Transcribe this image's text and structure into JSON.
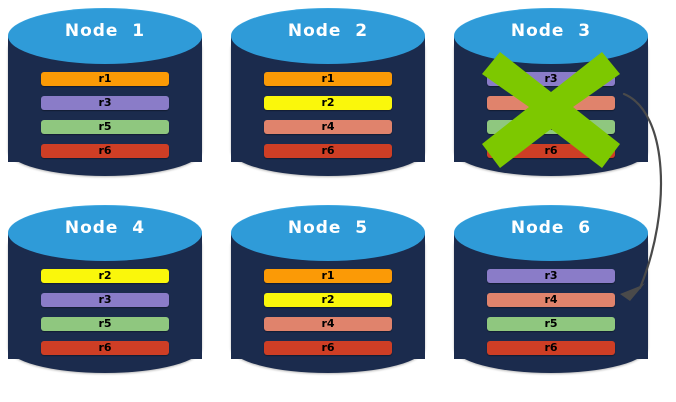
{
  "diagram": {
    "title": "Replicated record placement across cluster nodes with Node 3 failure",
    "background": "#ffffff",
    "node_body_color": "#1B2B4D",
    "node_top_color": "#2F9BD8",
    "failure_mark_color": "#7DC800",
    "arrow_color": "#4A4A4A"
  },
  "record_colors": {
    "r1": "#FB9A06",
    "r2": "#FAF70B",
    "r3": "#8A7CC8",
    "r4": "#E0836C",
    "r5": "#8FC77F",
    "r6": "#CE3E25"
  },
  "nodes": [
    {
      "id": "node-1",
      "title": "Node  1",
      "failed": false,
      "records": [
        {
          "label": "r1",
          "color": "#FB9A06"
        },
        {
          "label": "r3",
          "color": "#8A7CC8"
        },
        {
          "label": "r5",
          "color": "#8FC77F"
        },
        {
          "label": "r6",
          "color": "#CE3E25"
        }
      ]
    },
    {
      "id": "node-2",
      "title": "Node  2",
      "failed": false,
      "records": [
        {
          "label": "r1",
          "color": "#FB9A06"
        },
        {
          "label": "r2",
          "color": "#FAF70B"
        },
        {
          "label": "r4",
          "color": "#E0836C"
        },
        {
          "label": "r6",
          "color": "#CE3E25"
        }
      ]
    },
    {
      "id": "node-3",
      "title": "Node  3",
      "failed": true,
      "records": [
        {
          "label": "r3",
          "color": "#8A7CC8"
        },
        {
          "label": "r4",
          "color": "#E0836C"
        },
        {
          "label": "r5",
          "color": "#8FC77F"
        },
        {
          "label": "r6",
          "color": "#CE3E25"
        }
      ]
    },
    {
      "id": "node-4",
      "title": "Node  4",
      "failed": false,
      "records": [
        {
          "label": "r2",
          "color": "#FAF70B"
        },
        {
          "label": "r3",
          "color": "#8A7CC8"
        },
        {
          "label": "r5",
          "color": "#8FC77F"
        },
        {
          "label": "r6",
          "color": "#CE3E25"
        }
      ]
    },
    {
      "id": "node-5",
      "title": "Node  5",
      "failed": false,
      "records": [
        {
          "label": "r1",
          "color": "#FB9A06"
        },
        {
          "label": "r2",
          "color": "#FAF70B"
        },
        {
          "label": "r4",
          "color": "#E0836C"
        },
        {
          "label": "r6",
          "color": "#CE3E25"
        }
      ]
    },
    {
      "id": "node-6",
      "title": "Node  6",
      "failed": false,
      "records": [
        {
          "label": "r3",
          "color": "#8A7CC8"
        },
        {
          "label": "r4",
          "color": "#E0836C"
        },
        {
          "label": "r5",
          "color": "#8FC77F"
        },
        {
          "label": "r6",
          "color": "#CE3E25"
        }
      ]
    }
  ],
  "arrow": {
    "from_node": "node-3",
    "to_node": "node-6",
    "label": ""
  }
}
